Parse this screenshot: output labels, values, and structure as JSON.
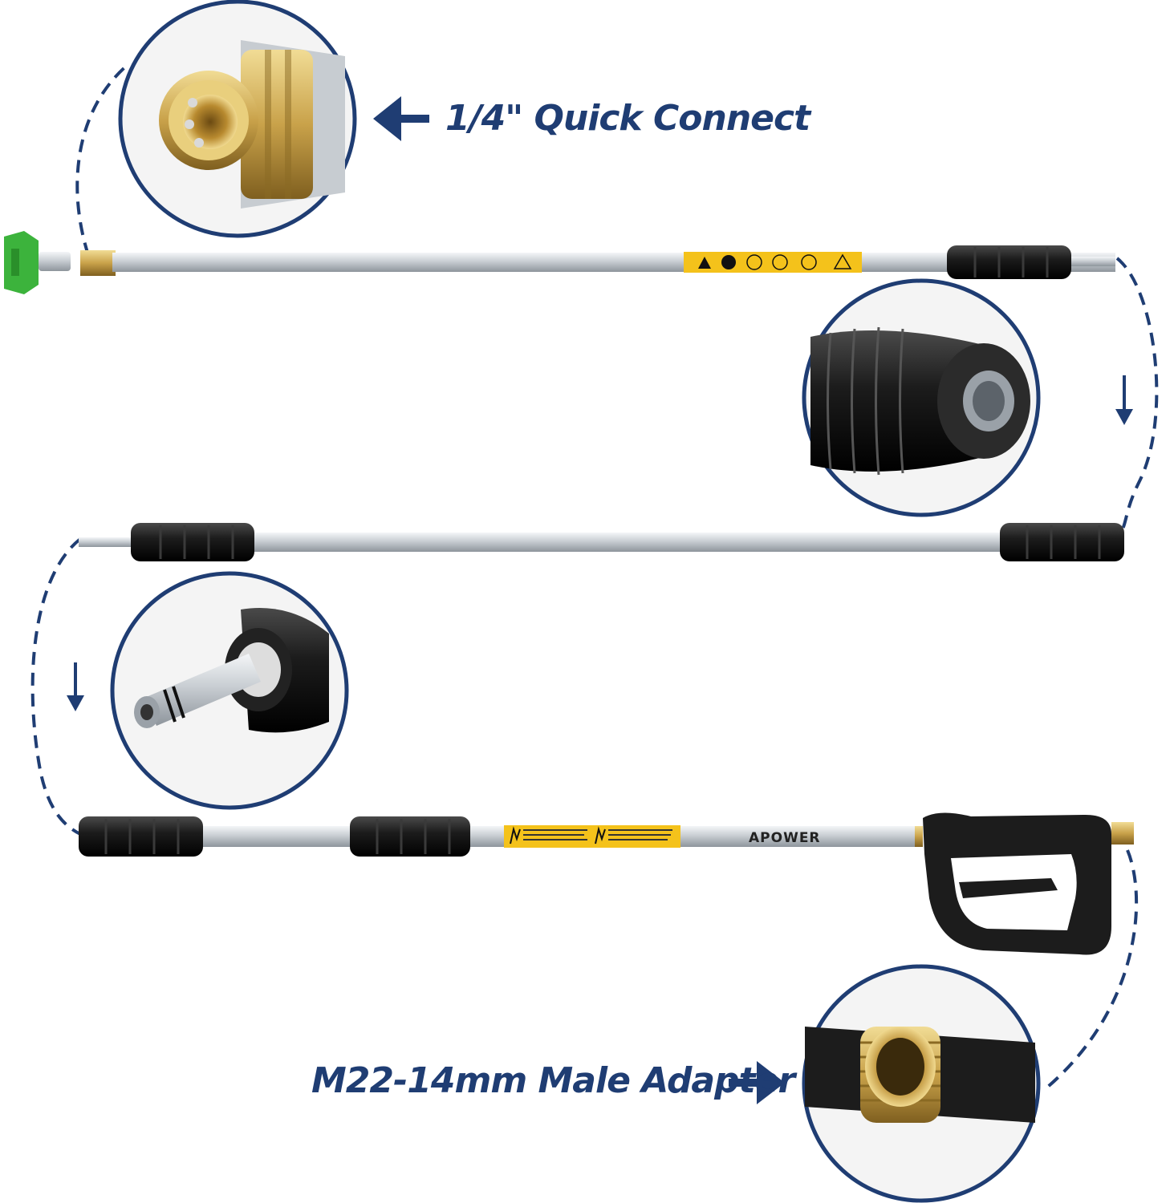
{
  "callouts": {
    "quick_connect": "1/4\" Quick Connect",
    "male_adapter": "M22-14mm Male Adapter"
  },
  "brand": "APOWER",
  "colors": {
    "accent_navy": "#1f3d73",
    "warning_yellow": "#f4c21b",
    "nozzle_green": "#3cb33c",
    "brass": "#c9a24a",
    "grip_black": "#1c1c1c",
    "steel": "#d9dde1"
  },
  "icons": [
    "quick-connect-coupler-icon",
    "female-socket-icon",
    "male-plug-icon",
    "male-adapter-icon",
    "spray-nozzle-icon",
    "spray-gun-icon"
  ]
}
